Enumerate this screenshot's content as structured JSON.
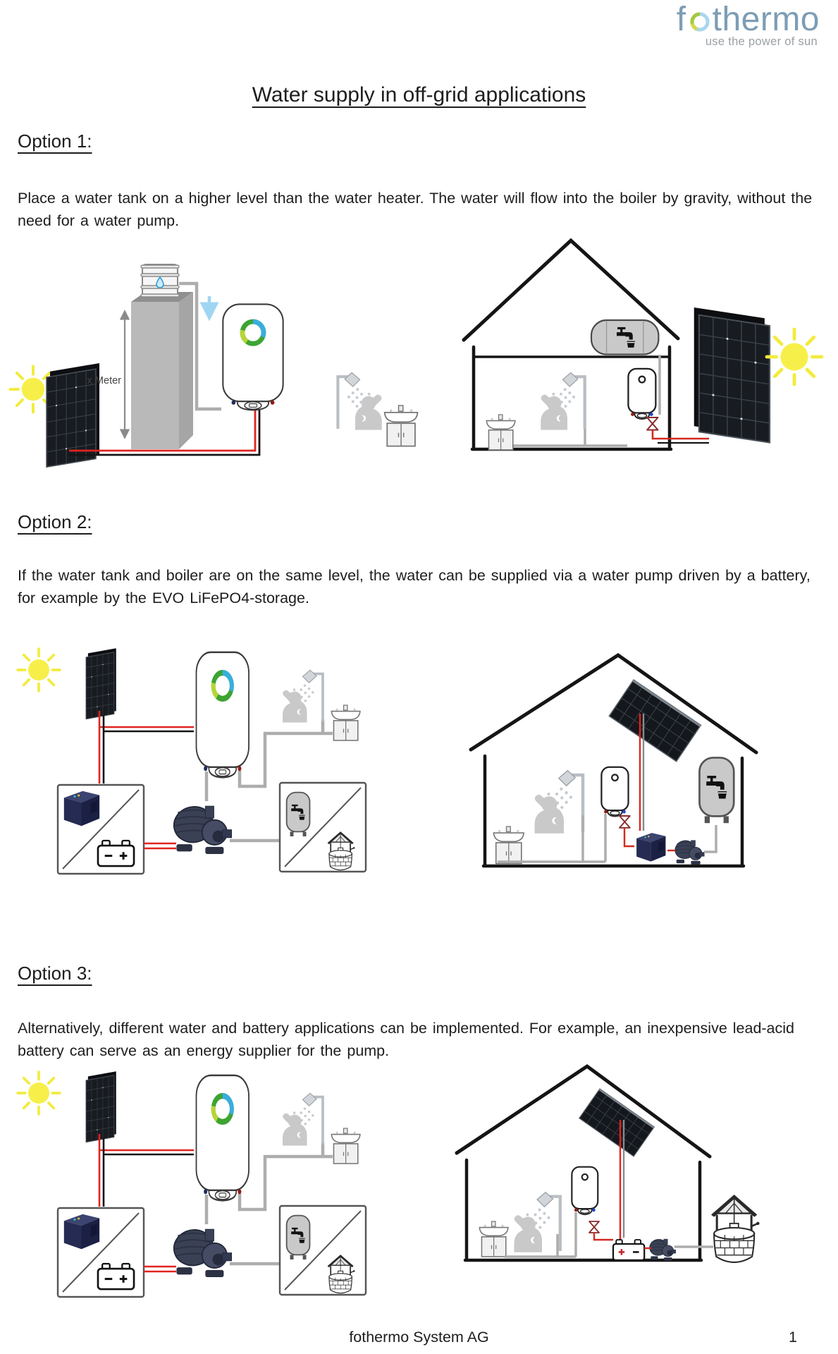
{
  "logo": {
    "name": "fothermo",
    "prefix": "f",
    "suffix": "thermo",
    "tagline": "use the power of sun"
  },
  "title": "Water supply in off-grid applications",
  "options": [
    {
      "heading": "Option 1:",
      "body": "Place a water tank on a higher level than the water heater. The water will flow into the boiler by gravity, without the need for a water pump."
    },
    {
      "heading": "Option 2:",
      "body": "If the water tank and boiler are on the same level, the water can be supplied via a water pump driven by a battery, for example by the EVO LiFePO4-storage."
    },
    {
      "heading": "Option 3:",
      "body": "Alternatively, different water and battery applications can be implemented. For example, an inexpensive lead-acid battery can serve as an energy supplier for the pump."
    }
  ],
  "diagram1": {
    "height_label": "x Meter",
    "components": [
      "sun",
      "solar-panel",
      "elevated-water-tank",
      "water-drop",
      "gravity-down-arrow",
      "fothermo-boiler",
      "shower",
      "washbasin",
      "house",
      "attic-water-tank",
      "wall-mounted-boiler",
      "stacked-solar-panels",
      "sun"
    ]
  },
  "diagram2": {
    "components": [
      "sun",
      "solar-panel",
      "fothermo-boiler",
      "shower",
      "washbasin",
      "evo-battery",
      "lead-acid-battery",
      "water-pump",
      "pressure-tank",
      "water-well",
      "house",
      "roof-solar-panel",
      "wall-mounted-boiler",
      "evo-battery",
      "water-pump",
      "water-tank"
    ]
  },
  "diagram3": {
    "components": [
      "sun",
      "solar-panel",
      "fothermo-boiler",
      "shower",
      "washbasin",
      "evo-battery",
      "lead-acid-battery",
      "water-pump",
      "pressure-tank",
      "water-well",
      "house",
      "roof-solar-panel",
      "wall-mounted-boiler",
      "lead-acid-battery",
      "water-pump",
      "water-well"
    ]
  },
  "footer": {
    "company": "fothermo System AG",
    "page": "1"
  },
  "colors": {
    "logo_blue": "#7d9db5",
    "tagline_gray": "#9aa0a4",
    "text": "#1d1d1d",
    "wire_red": "#e02420",
    "wire_black": "#151515",
    "pipe_gray": "#adadad",
    "sun_yellow": "#f7ef49",
    "panel_dark": "#181b20",
    "ring_green": "#3da432",
    "ring_blue": "#38aede",
    "drop_blue": "#2e9fd4"
  }
}
